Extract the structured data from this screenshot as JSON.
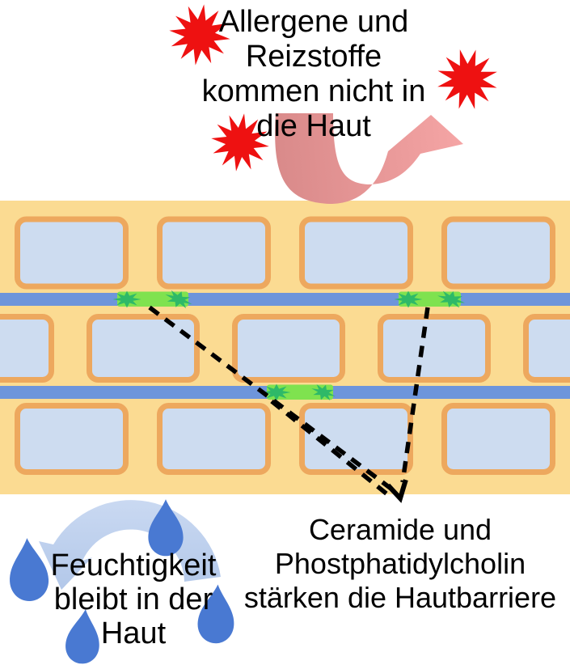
{
  "figure": {
    "kind": "skin-barrier-educational-diagram",
    "language": "de"
  },
  "texts": {
    "allergens": "Allergene und\nReizstoffe\nkommen nicht in\ndie Haut",
    "moisture": "Feuchtigkeit\nbleibt in der\nHaut",
    "ceramide": "Ceramide und\nPhostphatidylcholin\nstärken die Hautbarriere"
  },
  "colors": {
    "skin_tan": "#FBDB92",
    "cell_fill": "#CDDCF0",
    "cell_border": "#EDA85E",
    "lipid_blue": "#6E95DB",
    "ceramide_green": "#7FE24F",
    "ceramide_dark_green": "#2EB968",
    "allergen_red": "#EE1111",
    "deflect_pink_dark": "#D98A8A",
    "deflect_pink_light": "#F5A5A5",
    "retain_blue_light": "#CBDAF2",
    "retain_blue_dark": "#AFC5E8",
    "droplet_blue": "#4979D2",
    "text": "#000000"
  },
  "diagram": {
    "skin_cell_rows": [
      4,
      5,
      4
    ],
    "lipid_layers": 2,
    "ceramide_patches": 3,
    "allergen_bursts": 3,
    "moisture_droplets": 4,
    "callout_lines": 3
  }
}
